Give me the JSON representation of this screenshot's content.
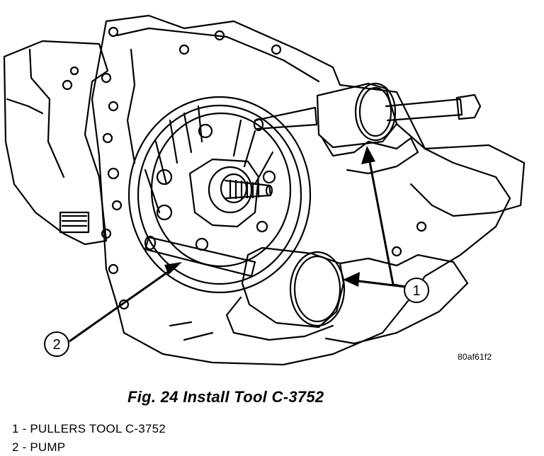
{
  "figure": {
    "caption": "Fig. 24 Install Tool C-3752",
    "reference_code": "80af61f2",
    "callouts": [
      {
        "number": "1",
        "label": "1 - PULLERS TOOL C-3752"
      },
      {
        "number": "2",
        "label": "2 - PUMP"
      }
    ]
  }
}
